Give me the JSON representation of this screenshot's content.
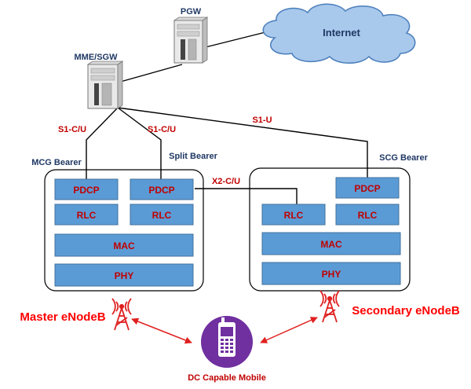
{
  "nodes": {
    "pgw": "PGW",
    "mme_sgw": "MME/SGW",
    "internet": "Internet",
    "master_enodeb": "Master eNodeB",
    "secondary_enodeb": "Secondary eNodeB",
    "mobile": "DC Capable Mobile"
  },
  "interfaces": {
    "s1_cu_left": "S1-C/U",
    "s1_cu_right": "S1-C/U",
    "s1_u": "S1-U",
    "x2_cu": "X2-C/U"
  },
  "bearers": {
    "mcg": "MCG Bearer",
    "split": "Split Bearer",
    "scg": "SCG Bearer"
  },
  "stack": {
    "master": {
      "pdcp_left": "PDCP",
      "pdcp_right": "PDCP",
      "rlc_left": "RLC",
      "rlc_right": "RLC",
      "mac": "MAC",
      "phy": "PHY"
    },
    "secondary": {
      "pdcp": "PDCP",
      "rlc_left": "RLC",
      "rlc_right": "RLC",
      "mac": "MAC",
      "phy": "PHY"
    }
  },
  "colors": {
    "layer_fill": "#5b9bd5",
    "layer_stroke": "#41719c",
    "layer_text": "#c00000",
    "interface_text": "#c00000",
    "bearer_text": "#1f3864",
    "enodeb_text": "#ff0000",
    "cloud_fill": "#a8c8ec",
    "cloud_stroke": "#4a7ebb",
    "mobile_fill": "#7030a0",
    "link": "#000000",
    "radio_arrow": "#e02020"
  }
}
